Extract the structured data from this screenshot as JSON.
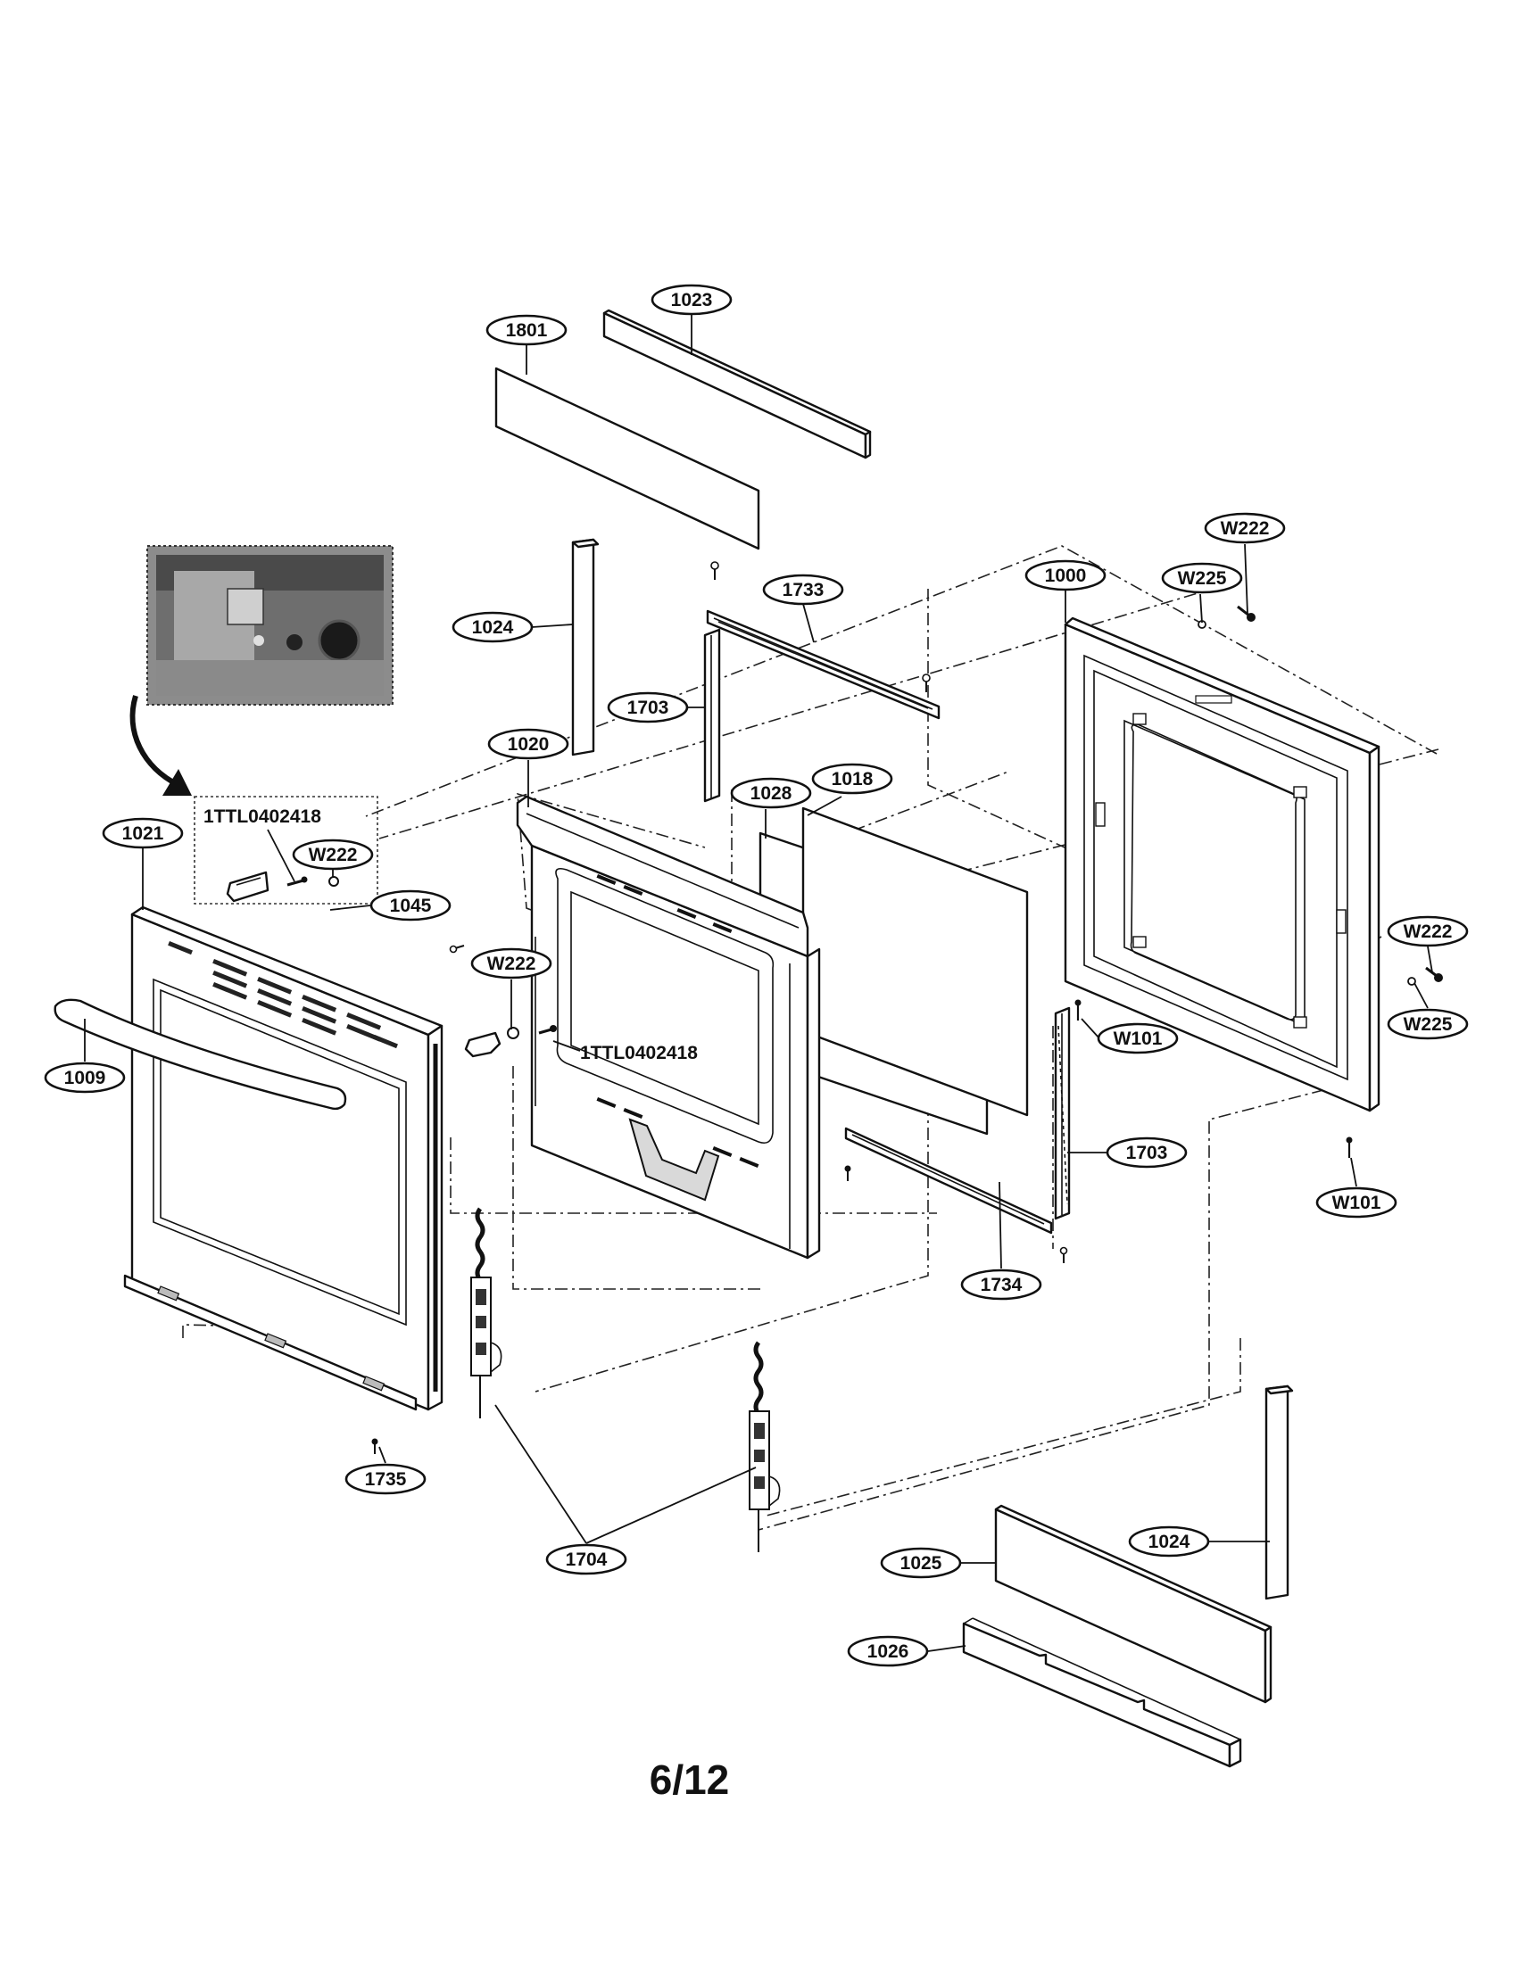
{
  "page": {
    "page_number": "6/12"
  },
  "inset": {
    "part_code": "1TTL0402418",
    "screw_label": "W222",
    "bracket_label": "1045"
  },
  "callouts": {
    "c1023": "1023",
    "c1801": "1801",
    "c1024_top": "1024",
    "c1733": "1733",
    "c1703_top": "1703",
    "c1020": "1020",
    "c1028": "1028",
    "c1018": "1018",
    "c1000": "1000",
    "cW222_top": "W222",
    "cW225_top": "W225",
    "c1021": "1021",
    "c1045": "1045",
    "cW222_mid": "W222",
    "c1009": "1009",
    "cW222_right": "W222",
    "cW225_right": "W225",
    "cW101_mid": "W101",
    "c1703_bottom": "1703",
    "cW101_bottom": "W101",
    "c1734": "1734",
    "c1735": "1735",
    "c1704": "1704",
    "c1024_bottom": "1024",
    "c1025": "1025",
    "c1026": "1026"
  },
  "labels": {
    "part_code_main": "1TTL0402418"
  }
}
